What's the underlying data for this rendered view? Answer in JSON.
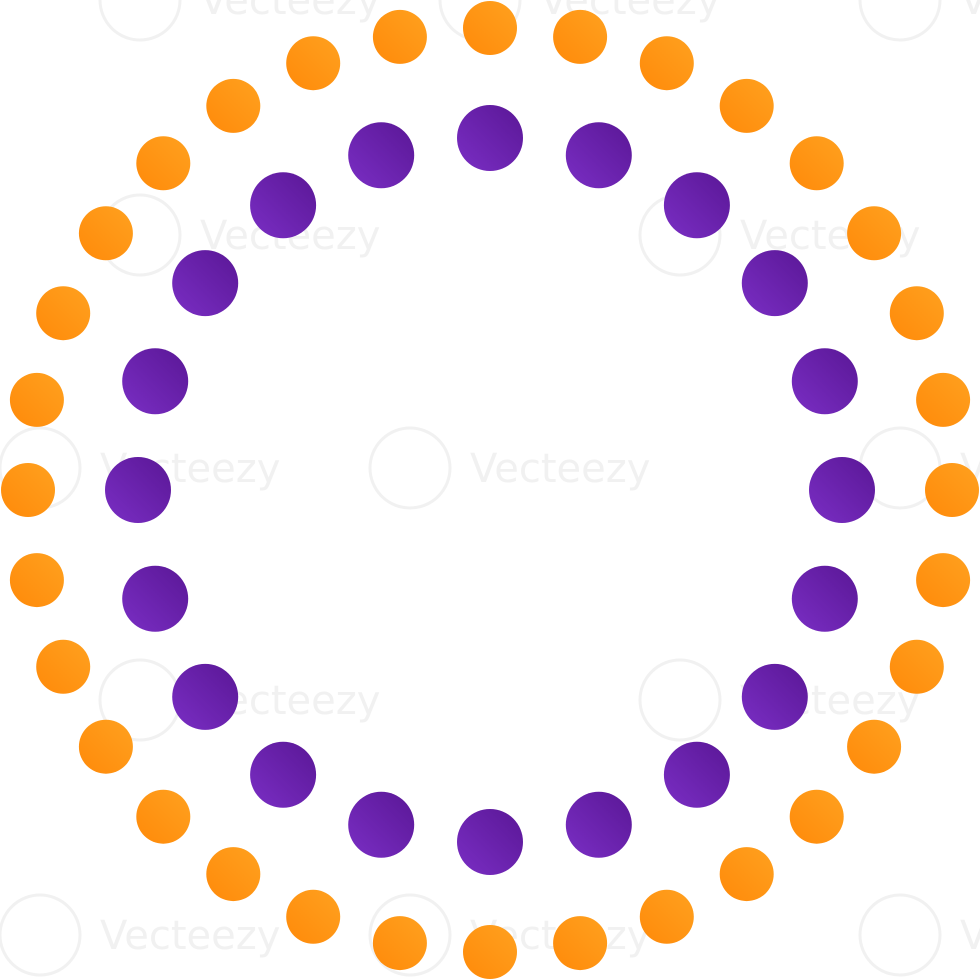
{
  "graphic": {
    "subject": "dotted-circle-frame",
    "outer_ring": {
      "color_start": "#ffa11f",
      "color_end": "#ff8a0a",
      "dot_count": 32
    },
    "inner_ring": {
      "color_start": "#7a2ec4",
      "color_end": "#5a1796",
      "dot_count": 20
    }
  },
  "watermark": {
    "text": "Vecteezy"
  }
}
